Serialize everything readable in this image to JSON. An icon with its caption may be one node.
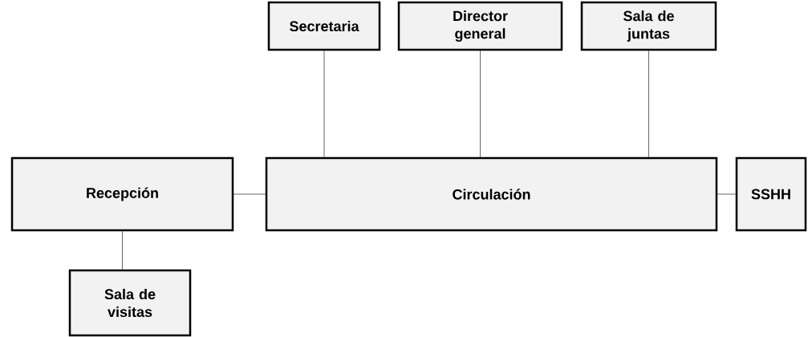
{
  "diagram": {
    "nodes": [
      {
        "text": [
          "Secretaria"
        ]
      },
      {
        "text": [
          "Director general"
        ]
      },
      {
        "text": [
          "Sala de juntas"
        ]
      },
      {
        "text": [
          "Recepción"
        ]
      },
      {
        "text": [
          "Circulación"
        ]
      },
      {
        "text": [
          "SSHH"
        ]
      },
      {
        "text": [
          "Sala de visitas"
        ]
      }
    ],
    "edges": [
      {
        "from": 0,
        "to": 4,
        "arrow": "none"
      },
      {
        "from": 1,
        "to": 4,
        "arrow": "none"
      },
      {
        "from": 2,
        "to": 4,
        "arrow": "none"
      },
      {
        "from": 3,
        "to": 4,
        "arrow": "none"
      },
      {
        "from": 4,
        "to": 5,
        "arrow": "none"
      },
      {
        "from": 3,
        "to": 6,
        "arrow": "none"
      }
    ]
  }
}
